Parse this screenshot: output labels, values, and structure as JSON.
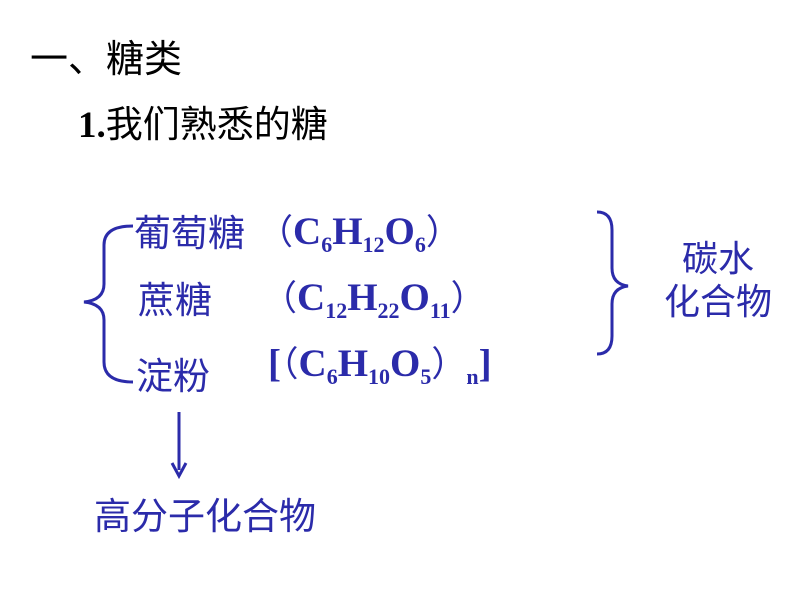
{
  "heading": "一、糖类",
  "subheading": {
    "number": "1.",
    "text": "我们熟悉的糖"
  },
  "sugars": [
    {
      "name": "葡萄糖",
      "formula_parts": [
        "（",
        "C",
        "6",
        "H",
        "12",
        "O",
        "6",
        "）"
      ]
    },
    {
      "name": "蔗糖",
      "formula_parts": [
        "（",
        "C",
        "12",
        "H",
        "22",
        "O",
        "11",
        "）"
      ]
    },
    {
      "name": "淀粉",
      "formula_parts": [
        "[",
        "（",
        "C",
        "6",
        "H",
        "10",
        "O",
        "5",
        "）",
        "n",
        "]"
      ]
    }
  ],
  "category": {
    "line1": "碳水",
    "line2": "化合物"
  },
  "starch_note": "高分子化合物",
  "colors": {
    "text": "#000000",
    "accent": "#2b2baa",
    "background": "#ffffff"
  }
}
